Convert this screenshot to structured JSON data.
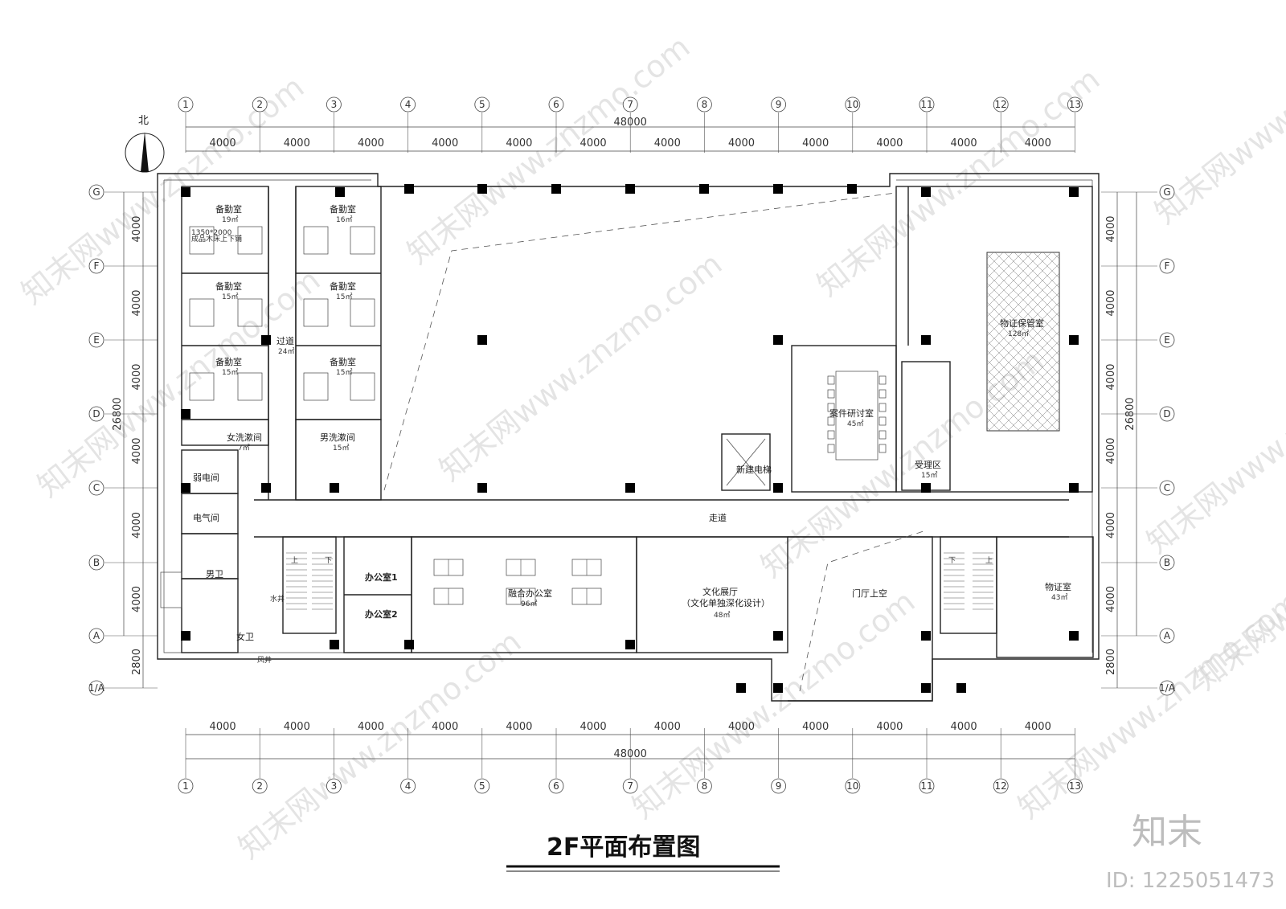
{
  "drawing": {
    "title": "2F平面布置图",
    "north_label": "北",
    "total_width": "48000",
    "total_depth": "26800",
    "bay_width": "4000",
    "edge_depth": "2800",
    "bay_count": 12,
    "column_axes": [
      "1",
      "2",
      "3",
      "4",
      "5",
      "6",
      "7",
      "8",
      "9",
      "10",
      "11",
      "12",
      "13"
    ],
    "row_axes": [
      "G",
      "F",
      "E",
      "D",
      "C",
      "B",
      "A",
      "1/A"
    ],
    "row_dims": [
      "4000",
      "4000",
      "4000",
      "4000",
      "4000",
      "4000",
      "2800"
    ]
  },
  "rooms": {
    "bk1": {
      "name": "备勤室",
      "area": "19㎡"
    },
    "bk2": {
      "name": "备勤室",
      "area": "16㎡"
    },
    "bk3": {
      "name": "备勤室",
      "area": "15㎡"
    },
    "bk4": {
      "name": "备勤室",
      "area": "15㎡"
    },
    "bk5": {
      "name": "备勤室",
      "area": "15㎡"
    },
    "bk6": {
      "name": "备勤室",
      "area": "15㎡"
    },
    "passage": {
      "name": "过道",
      "area": "24㎡"
    },
    "women_wash": {
      "name": "女洗漱间",
      "area": "7㎡"
    },
    "men_wash": {
      "name": "男洗漱间",
      "area": "15㎡"
    },
    "weak_elec": {
      "name": "弱电间"
    },
    "elec": {
      "name": "电气间"
    },
    "men_wc": {
      "name": "男卫"
    },
    "women_wc": {
      "name": "女卫"
    },
    "water_shaft": {
      "name": "水井"
    },
    "wind_shaft": {
      "name": "风井"
    },
    "office1": {
      "name": "办公室1"
    },
    "office2": {
      "name": "办公室2"
    },
    "open_office": {
      "name": "融合办公室",
      "area": "96㎡"
    },
    "exhibition": {
      "name": "文化展厅",
      "note": "（文化单独深化设计）",
      "area": "48㎡"
    },
    "hall_void": {
      "name": "门厅上空"
    },
    "corridor": {
      "name": "走道"
    },
    "elevator": {
      "name": "新建电梯"
    },
    "case_room": {
      "name": "案件研讨室",
      "area": "45㎡"
    },
    "reception": {
      "name": "受理区",
      "area": "15㎡"
    },
    "evidence_store": {
      "name": "物证保管室",
      "area": "128㎡"
    },
    "evidence_room": {
      "name": "物证室",
      "area": "43㎡"
    }
  },
  "furniture": {
    "bed_spec": "1350*2000",
    "bed_note": "成品木床上下铺",
    "stair_up": "上",
    "stair_down": "下"
  },
  "watermark": {
    "repeat_text": "知末网www.znzmo.com",
    "brand": "知末",
    "image_id": "ID: 1225051473"
  },
  "colors": {
    "line": "#222222",
    "watermark": "#cfcfcf"
  }
}
